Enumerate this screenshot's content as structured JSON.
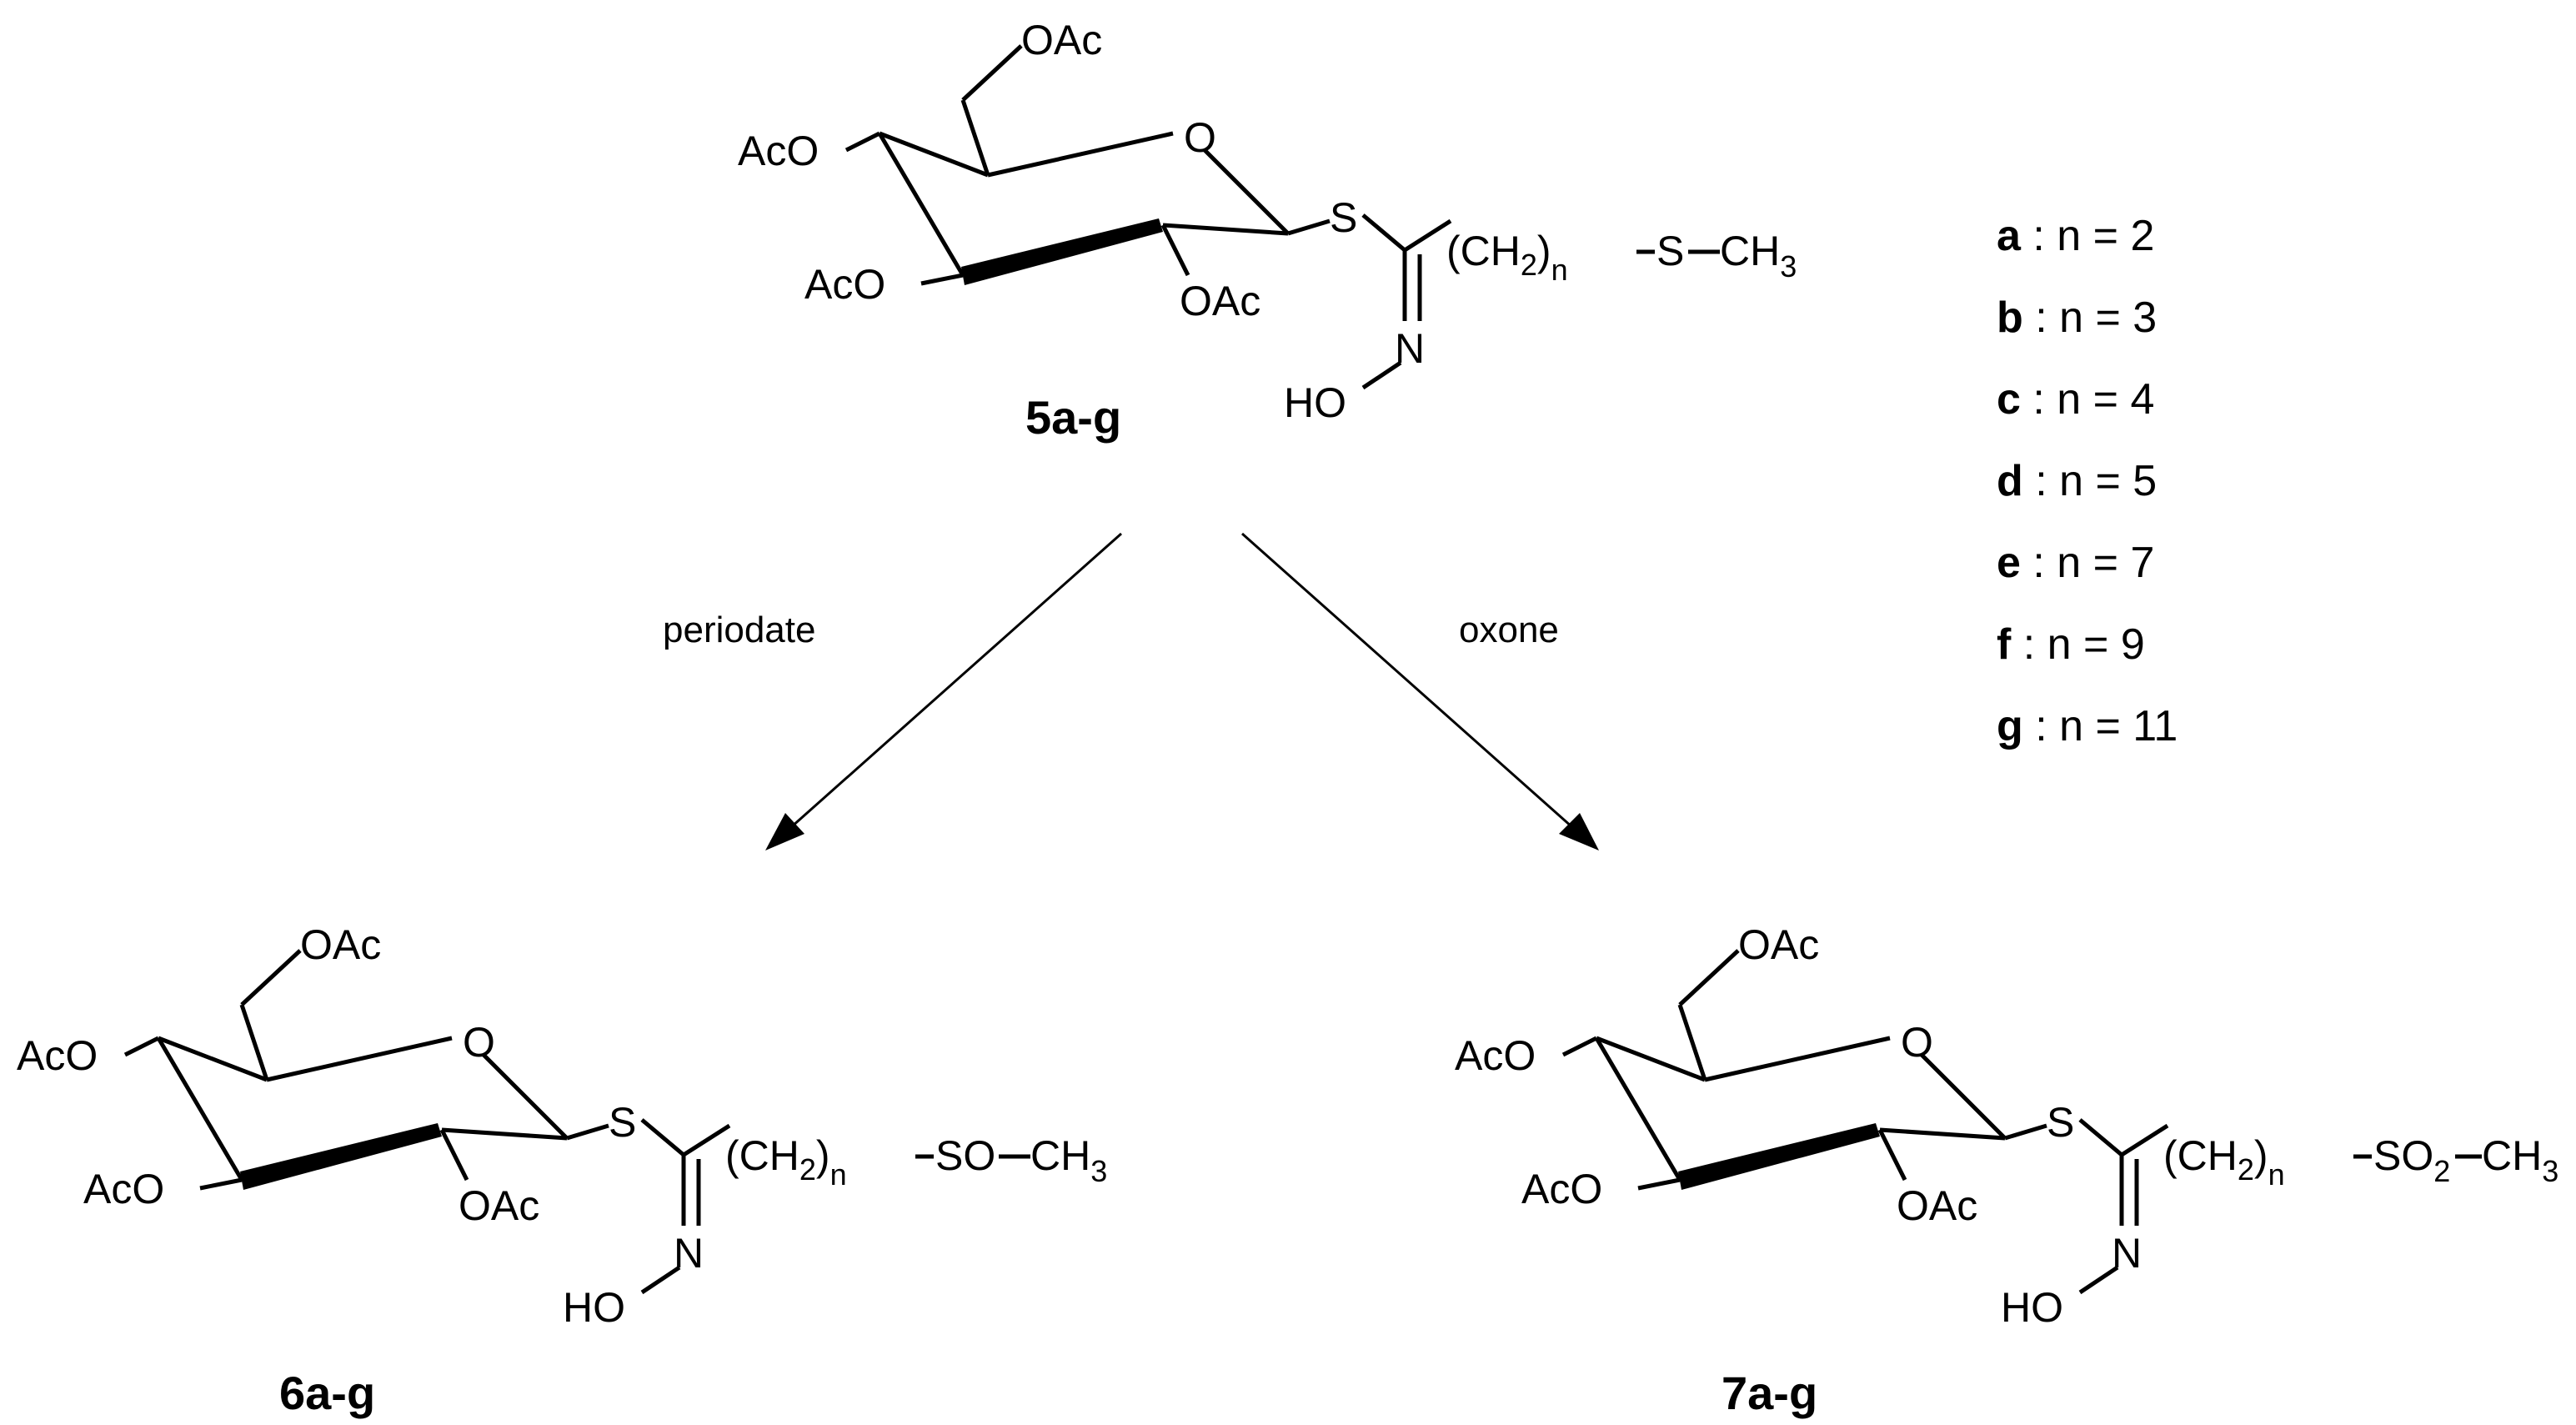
{
  "compounds": [
    {
      "label": "5a-g",
      "substituents": [
        "OAc",
        "AcO",
        "AcO",
        "OAc"
      ],
      "ring_oxygen": "O",
      "thio": "S",
      "chain": "(CH",
      "chain_sub": "2",
      "chain_close": ")",
      "chain_n": "n",
      "oxime_n": "N",
      "oxime_ho": "HO",
      "terminal_group": "S",
      "terminal_sub": "",
      "methyl": "CH",
      "methyl_sub": "3"
    },
    {
      "label": "6a-g",
      "substituents": [
        "OAc",
        "AcO",
        "AcO",
        "OAc"
      ],
      "ring_oxygen": "O",
      "thio": "S",
      "chain": "(CH",
      "chain_sub": "2",
      "chain_close": ")",
      "chain_n": "n",
      "oxime_n": "N",
      "oxime_ho": "HO",
      "terminal_group": "SO",
      "terminal_sub": "",
      "methyl": "CH",
      "methyl_sub": "3"
    },
    {
      "label": "7a-g",
      "substituents": [
        "OAc",
        "AcO",
        "AcO",
        "OAc"
      ],
      "ring_oxygen": "O",
      "thio": "S",
      "chain": "(CH",
      "chain_sub": "2",
      "chain_close": ")",
      "chain_n": "n",
      "oxime_n": "N",
      "oxime_ho": "HO",
      "terminal_group": "SO",
      "terminal_sub": "2",
      "methyl": "CH",
      "methyl_sub": "3"
    }
  ],
  "reactions": [
    {
      "reagent": "periodate"
    },
    {
      "reagent": "oxone"
    }
  ],
  "legend": [
    {
      "key": "a",
      "text": " : n = 2"
    },
    {
      "key": "b",
      "text": " : n = 3"
    },
    {
      "key": "c",
      "text": " : n = 4"
    },
    {
      "key": "d",
      "text": " : n = 5"
    },
    {
      "key": "e",
      "text": " : n = 7"
    },
    {
      "key": "f",
      "text": "  : n = 9"
    },
    {
      "key": "g",
      "text": " : n = 11"
    }
  ]
}
